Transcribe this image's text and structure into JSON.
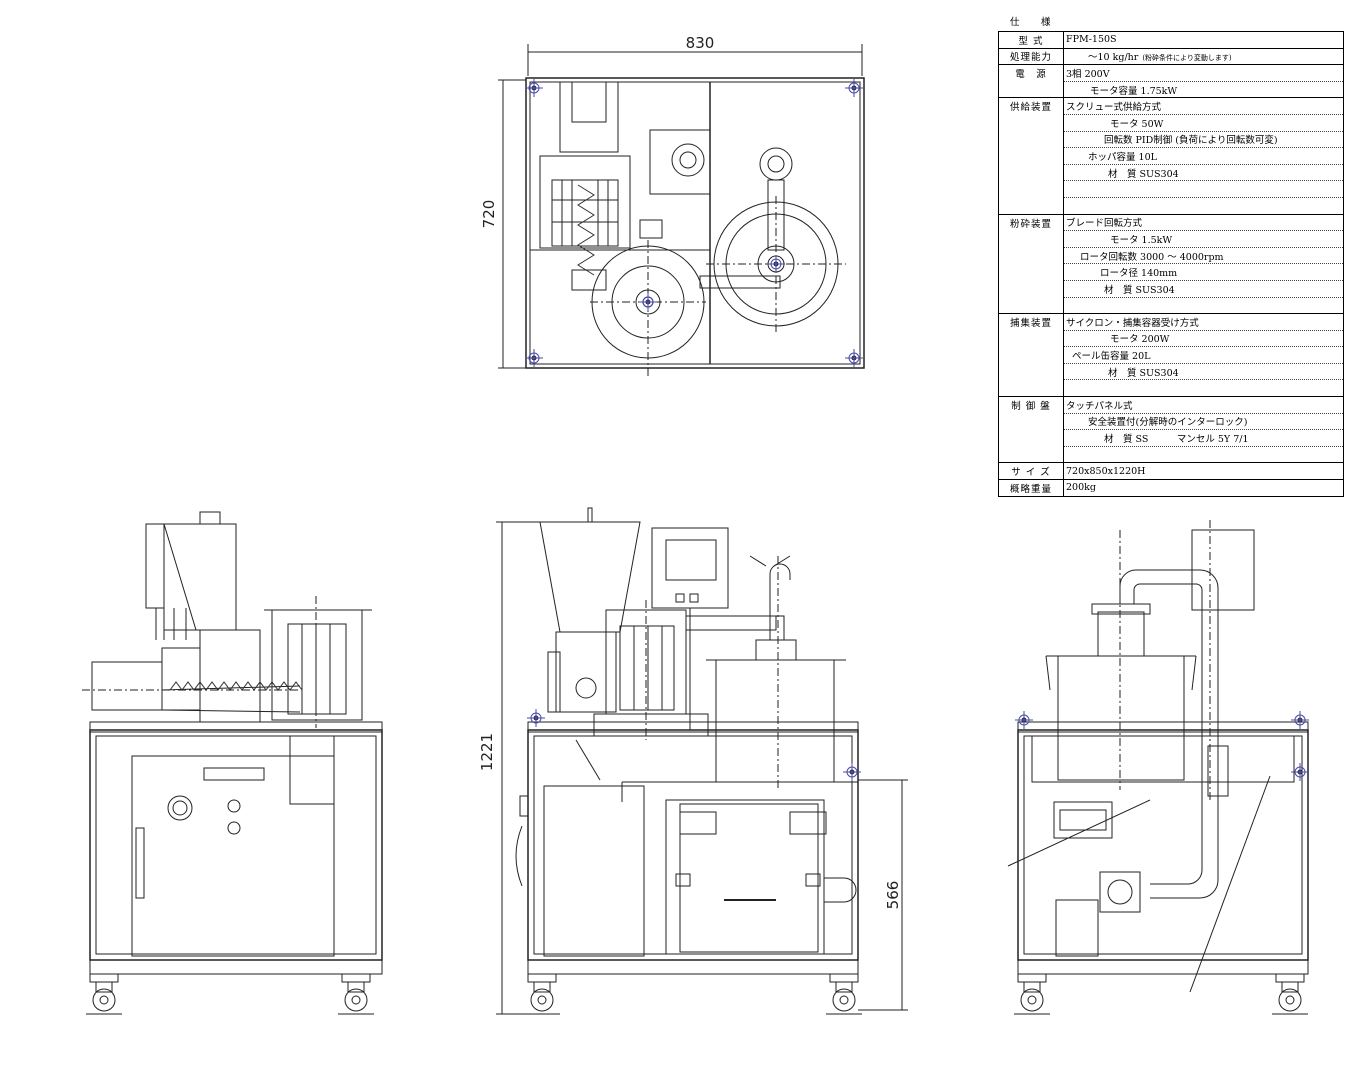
{
  "dimensions": {
    "top_width": "830",
    "top_depth": "720",
    "front_height": "1221",
    "base_height": "566"
  },
  "spec": {
    "title": "仕　様",
    "rows": [
      {
        "k": "型 式",
        "v": "FPM-150S",
        "sec": true
      },
      {
        "k": "処理能力",
        "v": "〜10 kg/hr",
        "note": "(粉砕条件により変動します)",
        "sec": true,
        "indent": 24
      },
      {
        "k": "電　源",
        "v": "3相 200V",
        "sec": true
      },
      {
        "k": "",
        "v": "モータ容量 1.75kW",
        "indent": 26
      },
      {
        "k": "供給装置",
        "v": "スクリュー式供給方式",
        "sec": true
      },
      {
        "k": "",
        "v": "モータ 50W",
        "indent": 46
      },
      {
        "k": "",
        "v": "回転数 PID制御 (負荷により回転数可変)",
        "indent": 40
      },
      {
        "k": "",
        "v": "ホッパ容量 10L",
        "indent": 24
      },
      {
        "k": "",
        "v": "材　質 SUS304",
        "indent": 44
      },
      {
        "k": "",
        "v": ""
      },
      {
        "k": "",
        "v": ""
      },
      {
        "k": "粉砕装置",
        "v": "ブレード回転方式",
        "sec": true
      },
      {
        "k": "",
        "v": "モータ 1.5kW",
        "indent": 46
      },
      {
        "k": "",
        "v": "ロータ回転数 3000 〜 4000rpm",
        "indent": 16
      },
      {
        "k": "",
        "v": "ロータ径 140mm",
        "indent": 36
      },
      {
        "k": "",
        "v": "材　質 SUS304",
        "indent": 40
      },
      {
        "k": "",
        "v": ""
      },
      {
        "k": "捕集装置",
        "v": "サイクロン・捕集容器受け方式",
        "sec": true
      },
      {
        "k": "",
        "v": "モータ 200W",
        "indent": 46
      },
      {
        "k": "",
        "v": "ペール缶容量 20L",
        "indent": 8
      },
      {
        "k": "",
        "v": "材　質 SUS304",
        "indent": 44
      },
      {
        "k": "",
        "v": ""
      },
      {
        "k": "制 御 盤",
        "v": "タッチパネル式",
        "sec": true
      },
      {
        "k": "",
        "v": "安全装置付(分解時のインターロック)",
        "indent": 24
      },
      {
        "k": "",
        "v": "材　質 SS　　　マンセル 5Y 7/1",
        "indent": 40
      },
      {
        "k": "",
        "v": ""
      },
      {
        "k": "サ イ ズ",
        "v": "720x850x1220H",
        "sec": true
      },
      {
        "k": "概略重量",
        "v": "200kg",
        "sec": true
      }
    ]
  }
}
